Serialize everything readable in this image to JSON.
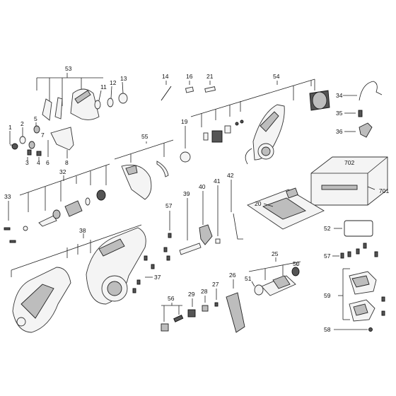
{
  "diagram": {
    "callouts": {
      "c1": "1",
      "c2": "2",
      "c3": "3",
      "c4": "4",
      "c5": "5",
      "c6": "6",
      "c7": "7",
      "c8": "8",
      "c11": "11",
      "c12": "12",
      "c13": "13",
      "c14": "14",
      "c16": "16",
      "c19": "19",
      "c20": "20",
      "c21": "21",
      "c25": "25",
      "c26": "26",
      "c27": "27",
      "c28": "28",
      "c29": "29",
      "c32": "32",
      "c33": "33",
      "c34": "34",
      "c35": "35",
      "c36": "36",
      "c37": "37",
      "c38": "38",
      "c39": "39",
      "c40": "40",
      "c41": "41",
      "c42": "42",
      "c50": "50",
      "c51": "51",
      "c52": "52",
      "c53": "53",
      "c54": "54",
      "c55": "55",
      "c56": "56",
      "c57a": "57",
      "c57b": "57",
      "c58": "58",
      "c59": "59",
      "c701": "701",
      "c702": "702"
    }
  }
}
